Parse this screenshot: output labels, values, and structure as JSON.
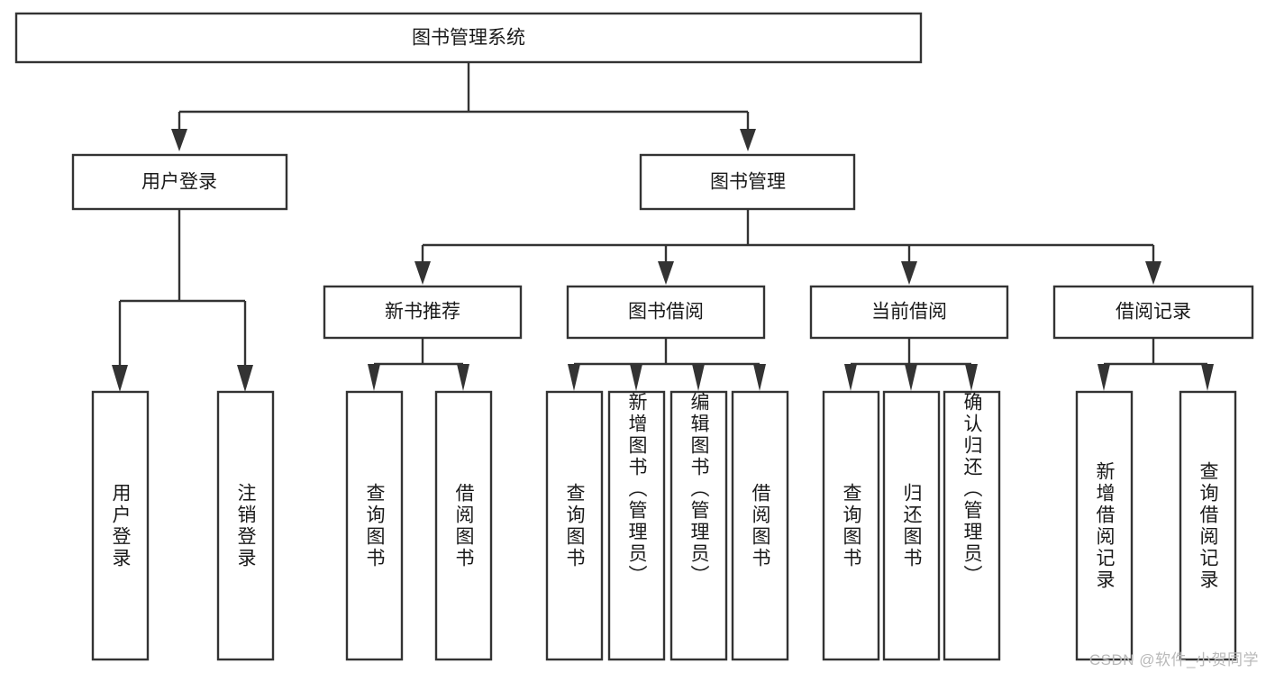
{
  "diagram": {
    "type": "tree-hierarchy",
    "title": "图书管理系统",
    "orientation": "top-down",
    "background_color": "#ffffff",
    "line_color": "#333333",
    "text_color": "#1a1a1a",
    "root": {
      "label": "图书管理系统",
      "children": [
        {
          "label": "用户登录",
          "children": [
            {
              "label": "用户登录"
            },
            {
              "label": "注销登录"
            }
          ]
        },
        {
          "label": "图书管理",
          "children": [
            {
              "label": "新书推荐",
              "children": [
                {
                  "label": "查询图书"
                },
                {
                  "label": "借阅图书"
                }
              ]
            },
            {
              "label": "图书借阅",
              "children": [
                {
                  "label": "查询图书"
                },
                {
                  "label": "新增图书（管理员）"
                },
                {
                  "label": "编辑图书（管理员）"
                },
                {
                  "label": "借阅图书"
                }
              ]
            },
            {
              "label": "当前借阅",
              "children": [
                {
                  "label": "查询图书"
                },
                {
                  "label": "归还图书"
                },
                {
                  "label": "确认归还（管理员）"
                }
              ]
            },
            {
              "label": "借阅记录",
              "children": [
                {
                  "label": "新增借阅记录"
                },
                {
                  "label": "查询借阅记录"
                }
              ]
            }
          ]
        }
      ]
    }
  },
  "nodes": {
    "root": "图书管理系统",
    "l2_user_login": "用户登录",
    "l2_book_manage": "图书管理",
    "l3_new_book_rec": "新书推荐",
    "l3_book_borrow": "图书借阅",
    "l3_current_borrow": "当前借阅",
    "l3_borrow_record": "借阅记录",
    "leaf_user_login": "用户登录",
    "leaf_logout": "注销登录",
    "leaf_query_book_a": "查询图书",
    "leaf_borrow_book_a": "借阅图书",
    "leaf_query_book_b": "查询图书",
    "leaf_add_book": "新增图书（管理员）",
    "leaf_edit_book": "编辑图书（管理员）",
    "leaf_borrow_book_b": "借阅图书",
    "leaf_query_book_c": "查询图书",
    "leaf_return_book": "归还图书",
    "leaf_confirm_return": "确认归还（管理员）",
    "leaf_add_record": "新增借阅记录",
    "leaf_query_record": "查询借阅记录"
  },
  "watermark": {
    "text": "CSDN @软件_小贺同学"
  }
}
